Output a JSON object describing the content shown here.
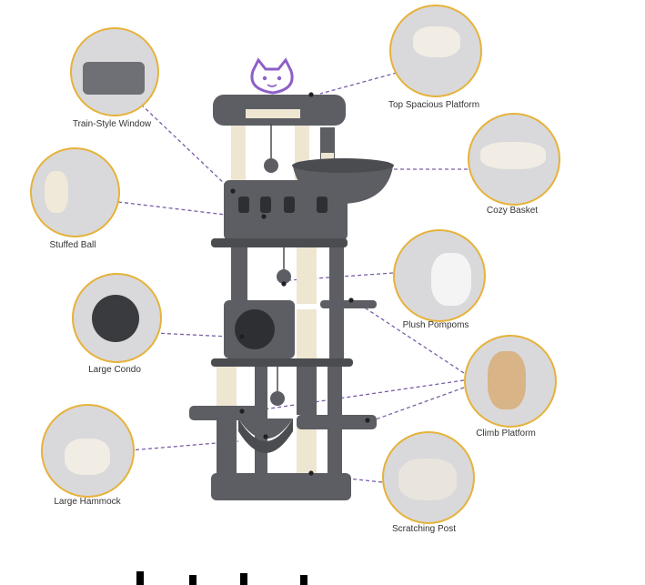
{
  "colors": {
    "callout_ring": "#e6b23a",
    "leader_line": "#7a5ea6",
    "plush": "#5c5e63",
    "plush_dark": "#4a4c50",
    "sisal": "#efe6d2",
    "logo": "#8e5fc8"
  },
  "icons": [
    "cat-face-logo-icon",
    "paw-print-icon"
  ],
  "labels": {
    "train_window": "Train-Style Window",
    "stuffed_ball": "Stuffed Ball",
    "large_condo": "Large Condo",
    "large_hammock": "Large Hammock",
    "top_platform": "Top Spacious Platform",
    "cozy_basket": "Cozy Basket",
    "plush_pompoms": "Plush Pompoms",
    "climb_platform": "Climb Platform",
    "scratching_post": "Scratching Post"
  }
}
